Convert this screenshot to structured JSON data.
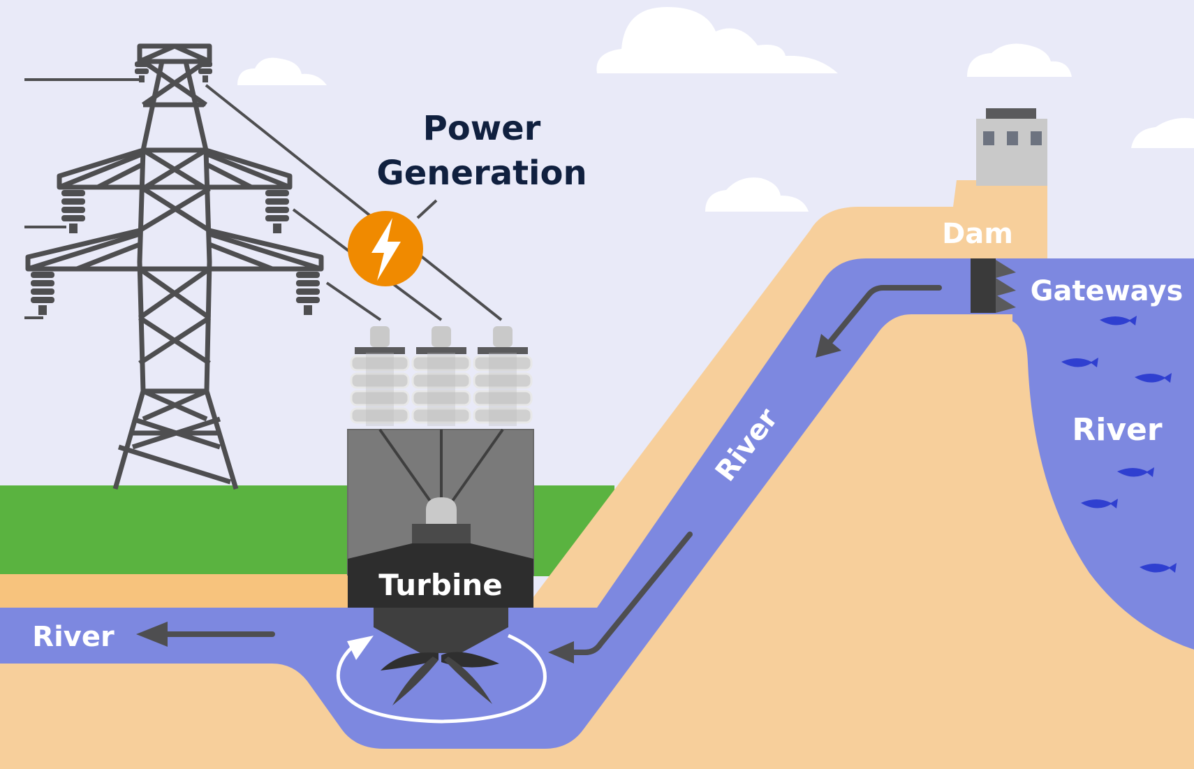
{
  "labels": {
    "power_generation_line1": "Power",
    "power_generation_line2": "Generation",
    "dam": "Dam",
    "gateways": "Gateways",
    "river_reservoir": "River",
    "river_channel": "River",
    "river_outflow": "River",
    "turbine": "Turbine"
  },
  "colors": {
    "sky": "#e9eaf8",
    "grass": "#5ab340",
    "earth": "#f7cf9b",
    "water": "#7d88e0",
    "fish": "#2f3fd0",
    "metal": "#5a5a5c",
    "turbine_dark": "#2d2d2d",
    "power_icon": "#f08a00",
    "heading_text": "#10203f"
  },
  "icons": [
    "lightning-bolt-icon",
    "fish-icon",
    "flow-arrow-icon",
    "rotation-arrow-icon"
  ]
}
